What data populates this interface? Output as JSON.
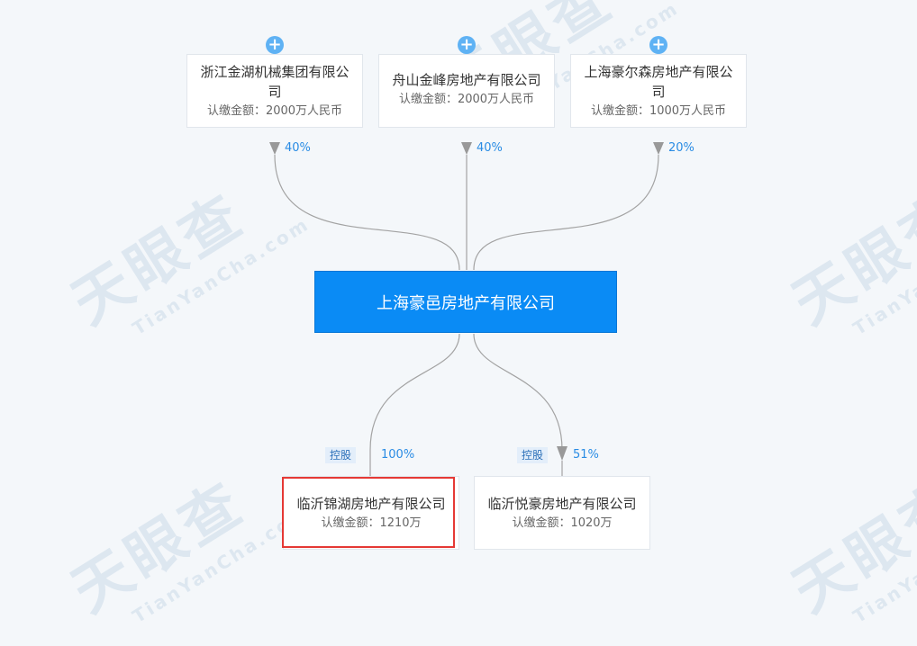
{
  "watermark": {
    "brand": "天眼查",
    "url": "TianYanCha.com"
  },
  "center": {
    "name": "上海豪邑房地产有限公司"
  },
  "shareholders": [
    {
      "name": "浙江金湖机械集团有限公司",
      "amount": "认缴金额：2000万人民币",
      "percent": "40%"
    },
    {
      "name": "舟山金峰房地产有限公司",
      "amount": "认缴金额：2000万人民币",
      "percent": "40%"
    },
    {
      "name": "上海豪尔森房地产有限公司",
      "amount": "认缴金额：1000万人民币",
      "percent": "20%"
    }
  ],
  "investments": [
    {
      "name": "临沂锦湖房地产有限公司",
      "amount": "认缴金额：1210万",
      "tag": "控股",
      "percent": "100%",
      "highlighted": true
    },
    {
      "name": "临沂悦豪房地产有限公司",
      "amount": "认缴金额：1020万",
      "tag": "控股",
      "percent": "51%",
      "highlighted": false
    }
  ],
  "colors": {
    "center": "#0a8bf5",
    "link": "#999999",
    "percent": "#2a8ce4",
    "highlight": "#e53935"
  }
}
